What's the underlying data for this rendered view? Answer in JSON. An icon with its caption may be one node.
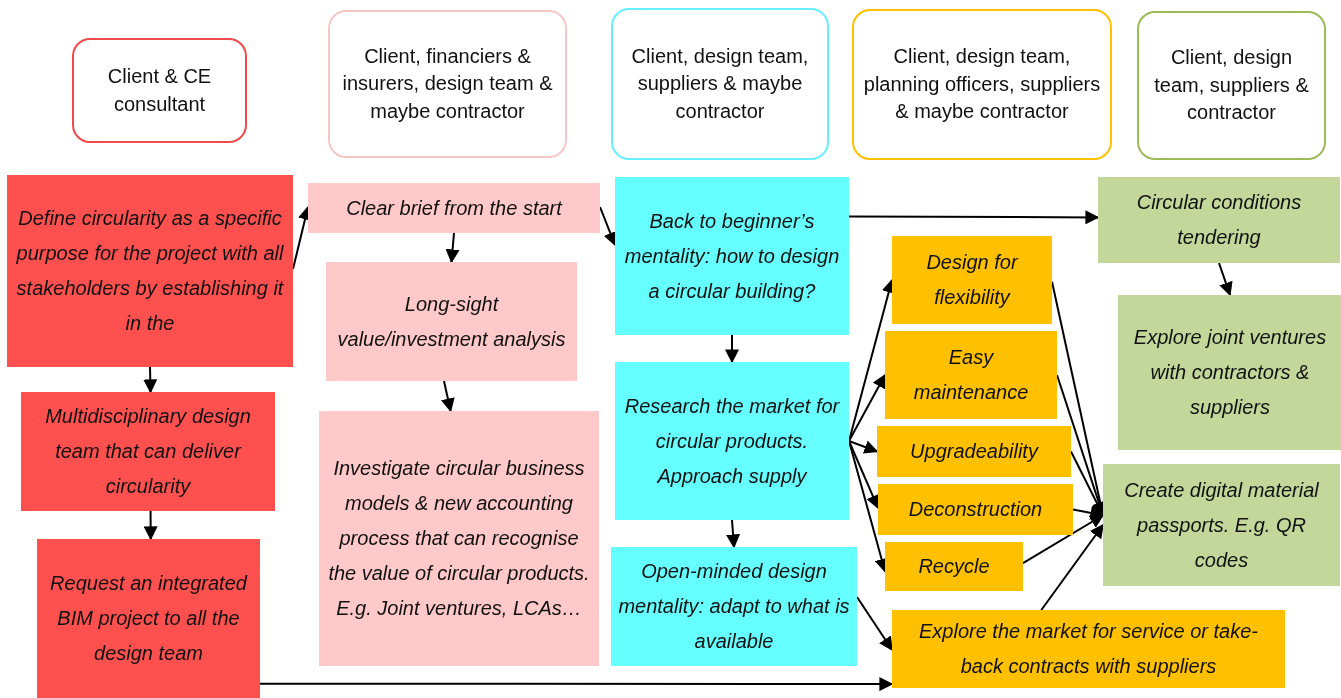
{
  "diagram": {
    "nodes": [
      {
        "text": [
          "Client & CE consultant"
        ]
      },
      {
        "text": [
          "Client, financiers & insurers, design team & maybe contractor"
        ]
      },
      {
        "text": [
          "Client, design team, suppliers & maybe contractor"
        ]
      },
      {
        "text": [
          "Client, design team, planning officers, suppliers & maybe contractor"
        ]
      },
      {
        "text": [
          "Client, design team, suppliers & contractor"
        ]
      },
      {
        "text": [
          "Define circularity as a specific purpose for the project with all stakeholders by establishing it in the"
        ]
      },
      {
        "text": [
          "Multidisciplinary design team that can deliver circularity"
        ]
      },
      {
        "text": [
          "Request an integrated BIM project to all the design team"
        ]
      },
      {
        "text": [
          "Clear brief from the start"
        ]
      },
      {
        "text": [
          "Long-sight value/investment analysis"
        ]
      },
      {
        "text": [
          "Investigate circular business models & new accounting process that can recognise the value of circular products. E.g. Joint ventures, LCAs…"
        ]
      },
      {
        "text": [
          "Back to beginner’s mentality: how to design a circular building?"
        ]
      },
      {
        "text": [
          "Research the market for circular products. Approach supply"
        ]
      },
      {
        "text": [
          "Open-minded design mentality: adapt to what is available"
        ]
      },
      {
        "text": [
          "Design for flexibility"
        ]
      },
      {
        "text": [
          "Easy maintenance"
        ]
      },
      {
        "text": [
          "Upgradeability"
        ]
      },
      {
        "text": [
          "Deconstruction"
        ]
      },
      {
        "text": [
          "Recycle"
        ]
      },
      {
        "text": [
          "Explore the market for service or take-back contracts with suppliers"
        ]
      },
      {
        "text": [
          "Circular conditions tendering"
        ]
      },
      {
        "text": [
          "Explore joint ventures with contractors & suppliers"
        ]
      },
      {
        "text": [
          "Create digital material passports. E.g. QR codes"
        ]
      }
    ],
    "edges": [
      {
        "from": 5,
        "to": 8,
        "arrow": "to"
      },
      {
        "from": 5,
        "to": 6,
        "arrow": "to"
      },
      {
        "from": 6,
        "to": 7,
        "arrow": "to"
      },
      {
        "from": 7,
        "to": 19,
        "arrow": "to"
      },
      {
        "from": 8,
        "to": 9,
        "arrow": "to"
      },
      {
        "from": 9,
        "to": 10,
        "arrow": "to"
      },
      {
        "from": 8,
        "to": 11,
        "arrow": "to"
      },
      {
        "from": 11,
        "to": 20,
        "arrow": "to"
      },
      {
        "from": 11,
        "to": 12,
        "arrow": "to"
      },
      {
        "from": 12,
        "to": 13,
        "arrow": "to"
      },
      {
        "from": 12,
        "to": 14,
        "arrow": "to"
      },
      {
        "from": 12,
        "to": 15,
        "arrow": "to"
      },
      {
        "from": 12,
        "to": 16,
        "arrow": "to"
      },
      {
        "from": 12,
        "to": 17,
        "arrow": "to"
      },
      {
        "from": 12,
        "to": 18,
        "arrow": "to"
      },
      {
        "from": 13,
        "to": 19,
        "arrow": "to"
      },
      {
        "from": 14,
        "to": 22,
        "arrow": "to"
      },
      {
        "from": 15,
        "to": 22,
        "arrow": "to"
      },
      {
        "from": 16,
        "to": 22,
        "arrow": "to"
      },
      {
        "from": 17,
        "to": 22,
        "arrow": "to"
      },
      {
        "from": 18,
        "to": 22,
        "arrow": "to"
      },
      {
        "from": 19,
        "to": 22,
        "arrow": "to"
      },
      {
        "from": 20,
        "to": 21,
        "arrow": "to"
      }
    ]
  }
}
